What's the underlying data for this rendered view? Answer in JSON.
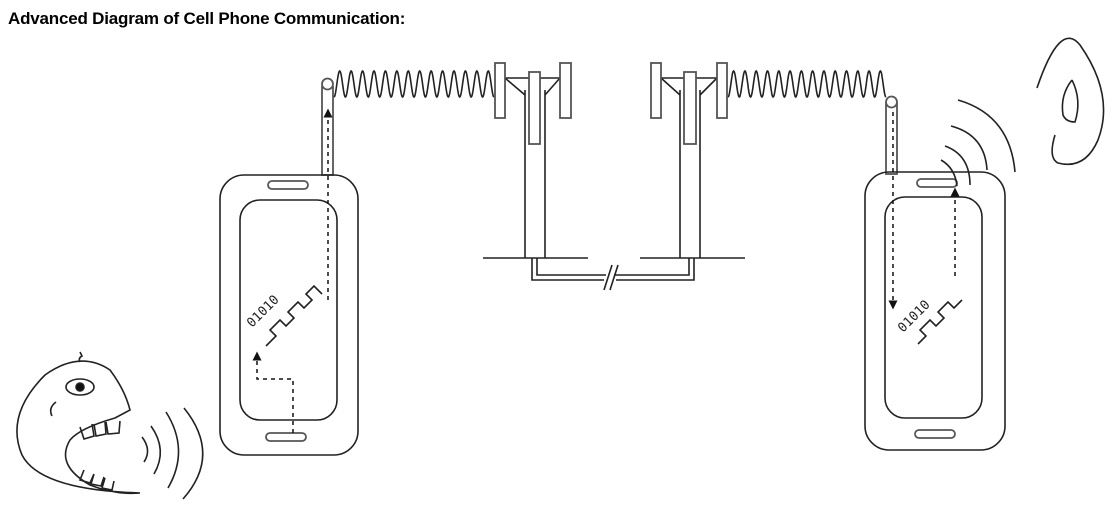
{
  "title": "Advanced Diagram of Cell Phone Communication:",
  "binary_left": "01010",
  "binary_right": "01010"
}
